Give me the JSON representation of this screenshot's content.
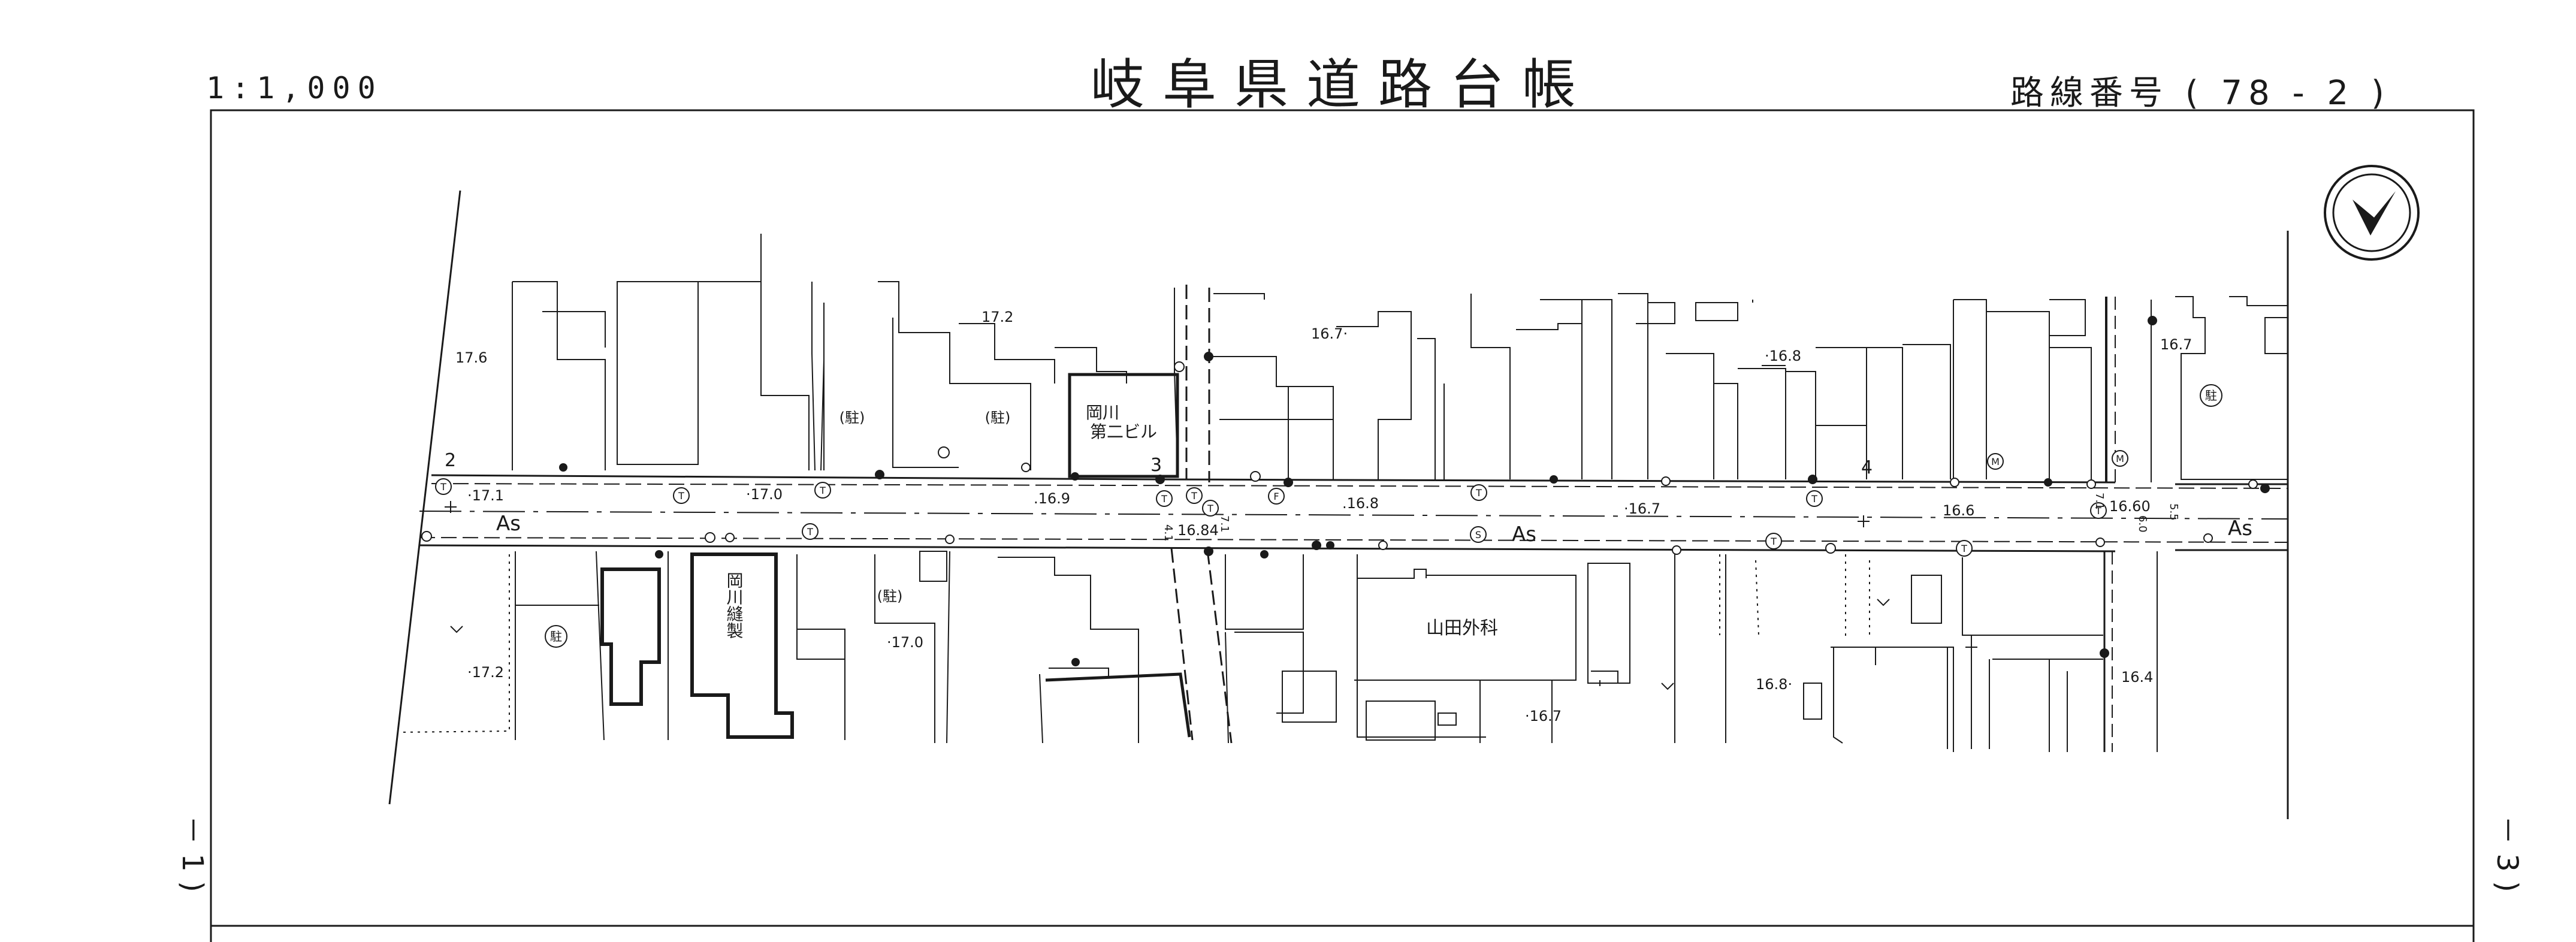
{
  "header": {
    "scale": "1:1,000",
    "title": "岐阜県道路台帳",
    "route_label": "路線番号",
    "route_value": "( 78 - 2 )"
  },
  "side": {
    "left": "－ 1 )",
    "right": "－ 3 )"
  },
  "map": {
    "buildings": {
      "okagawa_daini": [
        "岡川",
        "第二ビル"
      ],
      "okagawa_housei": "岡川縫製",
      "yamada_geka": "山田外科",
      "parking": "(駐)",
      "parking_circle": "駐"
    },
    "surface": "As",
    "station_numbers": [
      "2",
      "3",
      "4"
    ],
    "elevations": {
      "e176": "17.6",
      "e172a": "17.2",
      "e167a": "16.7·",
      "e168a": "·16.8",
      "e167b": "16.7",
      "e171": "·17.1",
      "e170a": "·17.0",
      "e169": ".16.9",
      "e168b": ".16.8",
      "e167c": "·16.7",
      "e166": "16.6",
      "e1660": "16.60",
      "e1684": "16.84",
      "e170b": "·17.0",
      "e172b": "·17.2",
      "e168c": "16.8·",
      "e167d": "·16.7",
      "e164": "16.4"
    },
    "widths": {
      "w71a": "7.1",
      "w71b": "7.1",
      "w60": "6.0",
      "w55": "5.5",
      "w4x": "4.1"
    },
    "utility_symbols": {
      "telephone": "T",
      "manhole": "M",
      "water": "S",
      "fire": "F"
    }
  }
}
